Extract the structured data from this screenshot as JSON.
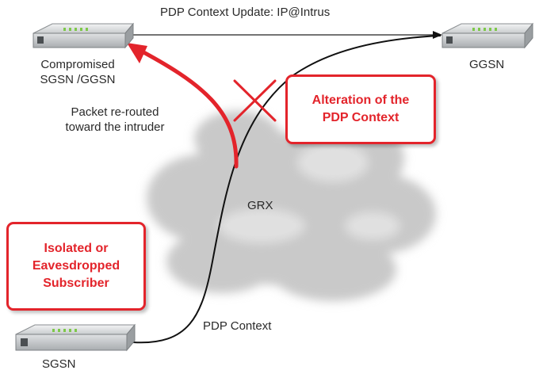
{
  "top_message": "PDP Context Update: IP@Intrus",
  "nodes": {
    "compromised": {
      "line1": "Compromised",
      "line2": "SGSN /GGSN"
    },
    "ggsn": {
      "label": "GGSN"
    },
    "sgsn": {
      "label": "SGSN"
    }
  },
  "reroute_note": {
    "line1": "Packet re-routed",
    "line2": "toward the intruder"
  },
  "cloud_label": "GRX",
  "bottom_link_label": "PDP Context",
  "callouts": {
    "alteration": {
      "line1": "Alteration of the",
      "line2": "PDP Context"
    },
    "subscriber": {
      "line1": "Isolated or",
      "line2": "Eavesdropped",
      "line3": "Subscriber"
    }
  },
  "colors": {
    "accent": "#e3242b",
    "cloud": "#c8c8c8",
    "device": "#d9dbdd",
    "led": "#7ec84a"
  }
}
